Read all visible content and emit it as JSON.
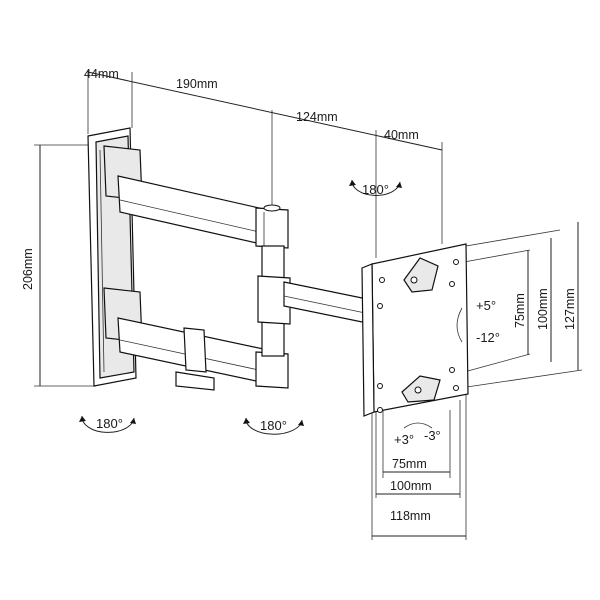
{
  "dimensions": {
    "depth_wall": "44mm",
    "arm1": "190mm",
    "arm2": "124mm",
    "arm3": "40mm",
    "height": "206mm",
    "vesa_75_v": "75mm",
    "vesa_100_v": "100mm",
    "plate_v": "127mm",
    "vesa_75_h": "75mm",
    "vesa_100_h": "100mm",
    "plate_h": "118mm"
  },
  "rotations": {
    "swivel_top": "180°",
    "swivel_wall": "180°",
    "swivel_mid": "180°",
    "tilt_up": "+5°",
    "tilt_down": "-12°",
    "level_plus": "+3°",
    "level_minus": "-3°"
  },
  "colors": {
    "line": "#111111",
    "fill": "#ffffff",
    "shade": "#e9e9e9"
  }
}
